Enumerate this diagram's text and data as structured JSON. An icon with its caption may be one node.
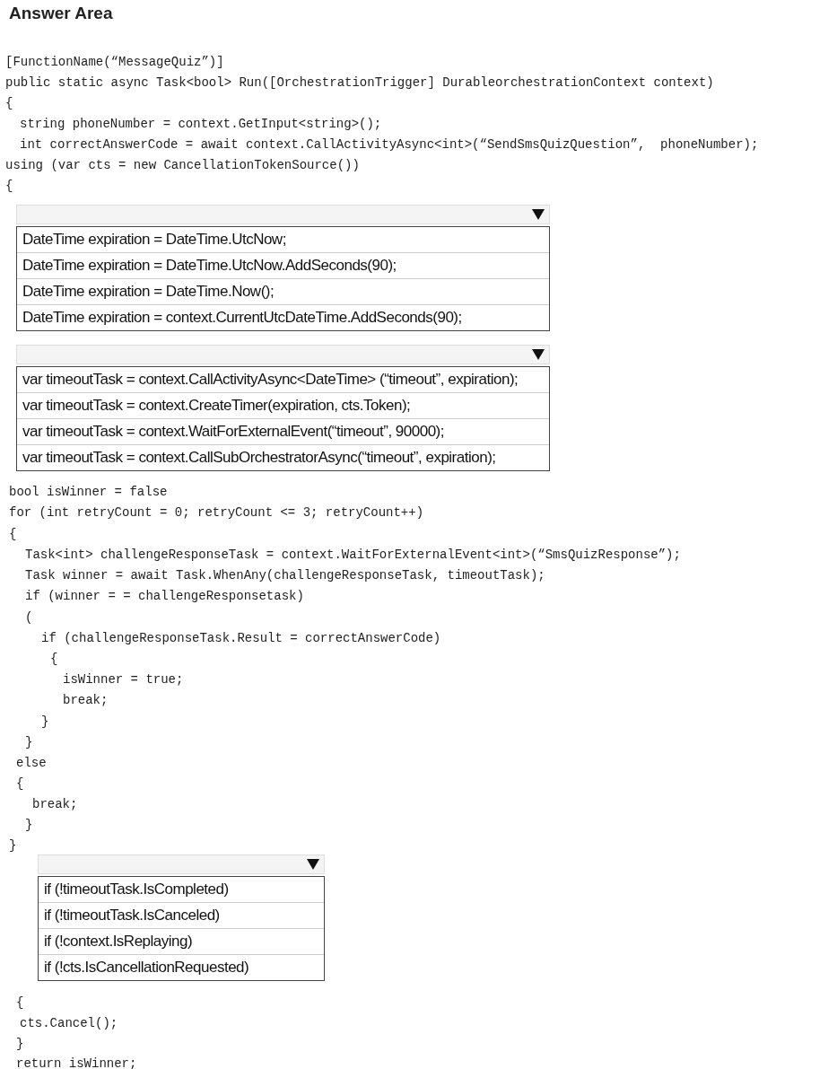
{
  "diagram": {
    "title": "Answer Area",
    "nodes": [
      {
        "text": [
          "DateTime expiration = DateTime.UtcNow;",
          "DateTime expiration = DateTime.UtcNow.AddSeconds(90);",
          "DateTime expiration = DateTime.Now();",
          "DateTime expiration = context.CurrentUtcDateTime.AddSeconds(90);"
        ]
      },
      {
        "text": [
          "var timeoutTask = context.CallActivityAsync<DateTime> (“timeout”, expiration);",
          "var timeoutTask = context.CreateTimer(expiration, cts.Token);",
          "var timeoutTask = context.WaitForExternalEvent(“timeout”, 90000);",
          "var timeoutTask = context.CallSubOrchestratorAsync(“timeout”, expiration);"
        ]
      },
      {
        "text": [
          "if (!timeoutTask.IsCompleted)",
          "if (!timeoutTask.IsCanceled)",
          "if (!context.IsReplaying)",
          "if (!cts.IsCancellationRequested)"
        ]
      }
    ],
    "labels": [
      "[FunctionName(“MessageQuiz”)]",
      "public static async Task<bool> Run([OrchestrationTrigger] DurableorchestrationContext context)",
      "{",
      "string phoneNumber = context.GetInput<string>();",
      "int correctAnswerCode = await context.CallActivityAsync<int>(“SendSmsQuizQuestion”,  phoneNumber);",
      "using (var cts = new CancellationTokenSource())",
      "{",
      "bool isWinner = false",
      "for (int retryCount = 0; retryCount <= 3; retryCount++)",
      "{",
      "Task<int> challengeResponseTask = context.WaitForExternalEvent<int>(“SmsQuizResponse”);",
      "Task winner = await Task.WhenAny(challengeResponseTask, timeoutTask);",
      "if (winner = = challengeResponsetask)",
      "(",
      "if (challengeResponseTask.Result = correctAnswerCode)",
      "{",
      "isWinner = true;",
      "break;",
      "}",
      "}",
      "else",
      "{",
      "break;",
      "}",
      "}",
      "{",
      "cts.Cancel();",
      "}",
      "return isWinner;"
    ]
  }
}
